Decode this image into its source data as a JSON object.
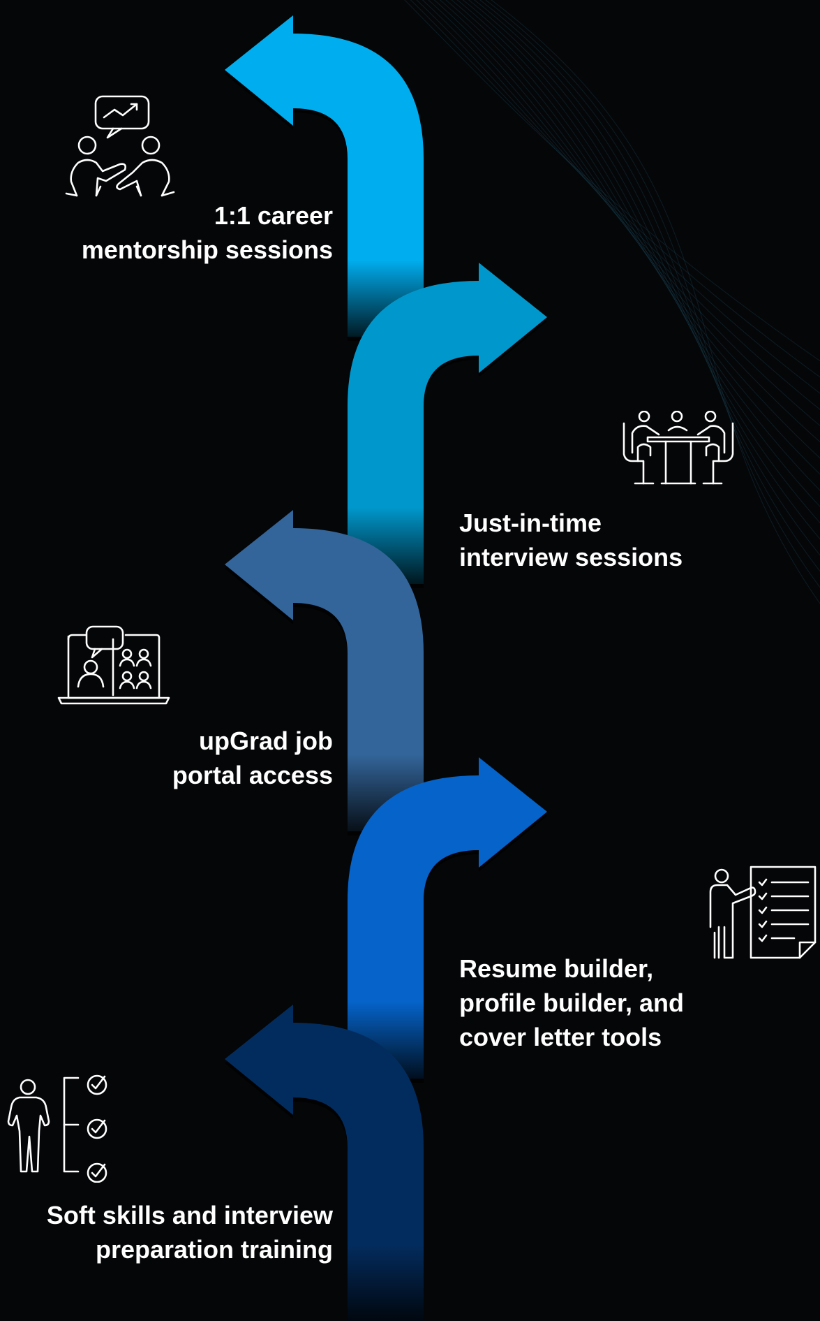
{
  "steps": [
    {
      "lines": [
        "1:1 career",
        "mentorship sessions"
      ],
      "icon": "mentorship-icon",
      "color": "#00AEEF",
      "direction": "left"
    },
    {
      "lines": [
        "Just-in-time",
        "interview sessions"
      ],
      "icon": "interview-table-icon",
      "color": "#0098CC",
      "direction": "right"
    },
    {
      "lines": [
        "upGrad job",
        "portal access"
      ],
      "icon": "laptop-video-call-icon",
      "color": "#33659A",
      "direction": "left"
    },
    {
      "lines": [
        "Resume builder,",
        "profile builder, and",
        "cover letter tools"
      ],
      "icon": "presentation-checklist-icon",
      "color": "#0563C9",
      "direction": "right"
    },
    {
      "lines": [
        "Soft skills and interview",
        "preparation training"
      ],
      "icon": "person-checklist-icon",
      "color": "#032C5E",
      "direction": "left"
    }
  ]
}
